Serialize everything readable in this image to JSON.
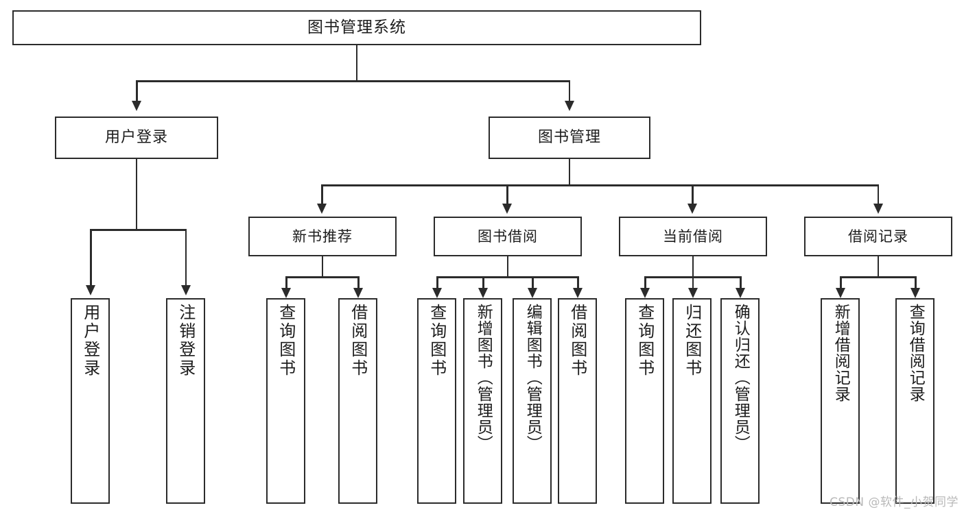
{
  "diagram": {
    "title": "图书管理系统",
    "type": "tree-hierarchy",
    "watermark": "CSDN @软件_小贺同学",
    "root": {
      "id": "root",
      "label": "图书管理系统"
    },
    "level2": [
      {
        "id": "user-login",
        "label": "用户登录"
      },
      {
        "id": "book-management",
        "label": "图书管理"
      }
    ],
    "level3": [
      {
        "id": "new-book-recommend",
        "label": "新书推荐",
        "parent": "book-management"
      },
      {
        "id": "book-borrow",
        "label": "图书借阅",
        "parent": "book-management"
      },
      {
        "id": "current-borrow",
        "label": "当前借阅",
        "parent": "book-management"
      },
      {
        "id": "borrow-record",
        "label": "借阅记录",
        "parent": "book-management"
      }
    ],
    "leaves": [
      {
        "id": "leaf-user-login",
        "label": "用户登录",
        "parent": "user-login"
      },
      {
        "id": "leaf-logout-login",
        "label": "注销登录",
        "parent": "user-login"
      },
      {
        "id": "leaf-query-book-1",
        "label": "查询图书",
        "parent": "new-book-recommend"
      },
      {
        "id": "leaf-borrow-book-1",
        "label": "借阅图书",
        "parent": "new-book-recommend"
      },
      {
        "id": "leaf-query-book-2",
        "label": "查询图书",
        "parent": "book-borrow"
      },
      {
        "id": "leaf-add-book-admin",
        "label": "新增图书（管理员）",
        "parent": "book-borrow"
      },
      {
        "id": "leaf-edit-book-admin",
        "label": "编辑图书（管理员）",
        "parent": "book-borrow"
      },
      {
        "id": "leaf-borrow-book-2",
        "label": "借阅图书",
        "parent": "book-borrow"
      },
      {
        "id": "leaf-query-book-3",
        "label": "查询图书",
        "parent": "current-borrow"
      },
      {
        "id": "leaf-return-book",
        "label": "归还图书",
        "parent": "current-borrow"
      },
      {
        "id": "leaf-confirm-return-admin",
        "label": "确认归还（管理员）",
        "parent": "current-borrow"
      },
      {
        "id": "leaf-add-borrow-record",
        "label": "新增借阅记录",
        "parent": "borrow-record"
      },
      {
        "id": "leaf-query-borrow-record",
        "label": "查询借阅记录",
        "parent": "borrow-record"
      }
    ],
    "colors": {
      "stroke": "#2b2b2b",
      "fill": "#ffffff",
      "text": "#1c1c1c",
      "watermark": "#b9b9b9"
    }
  }
}
